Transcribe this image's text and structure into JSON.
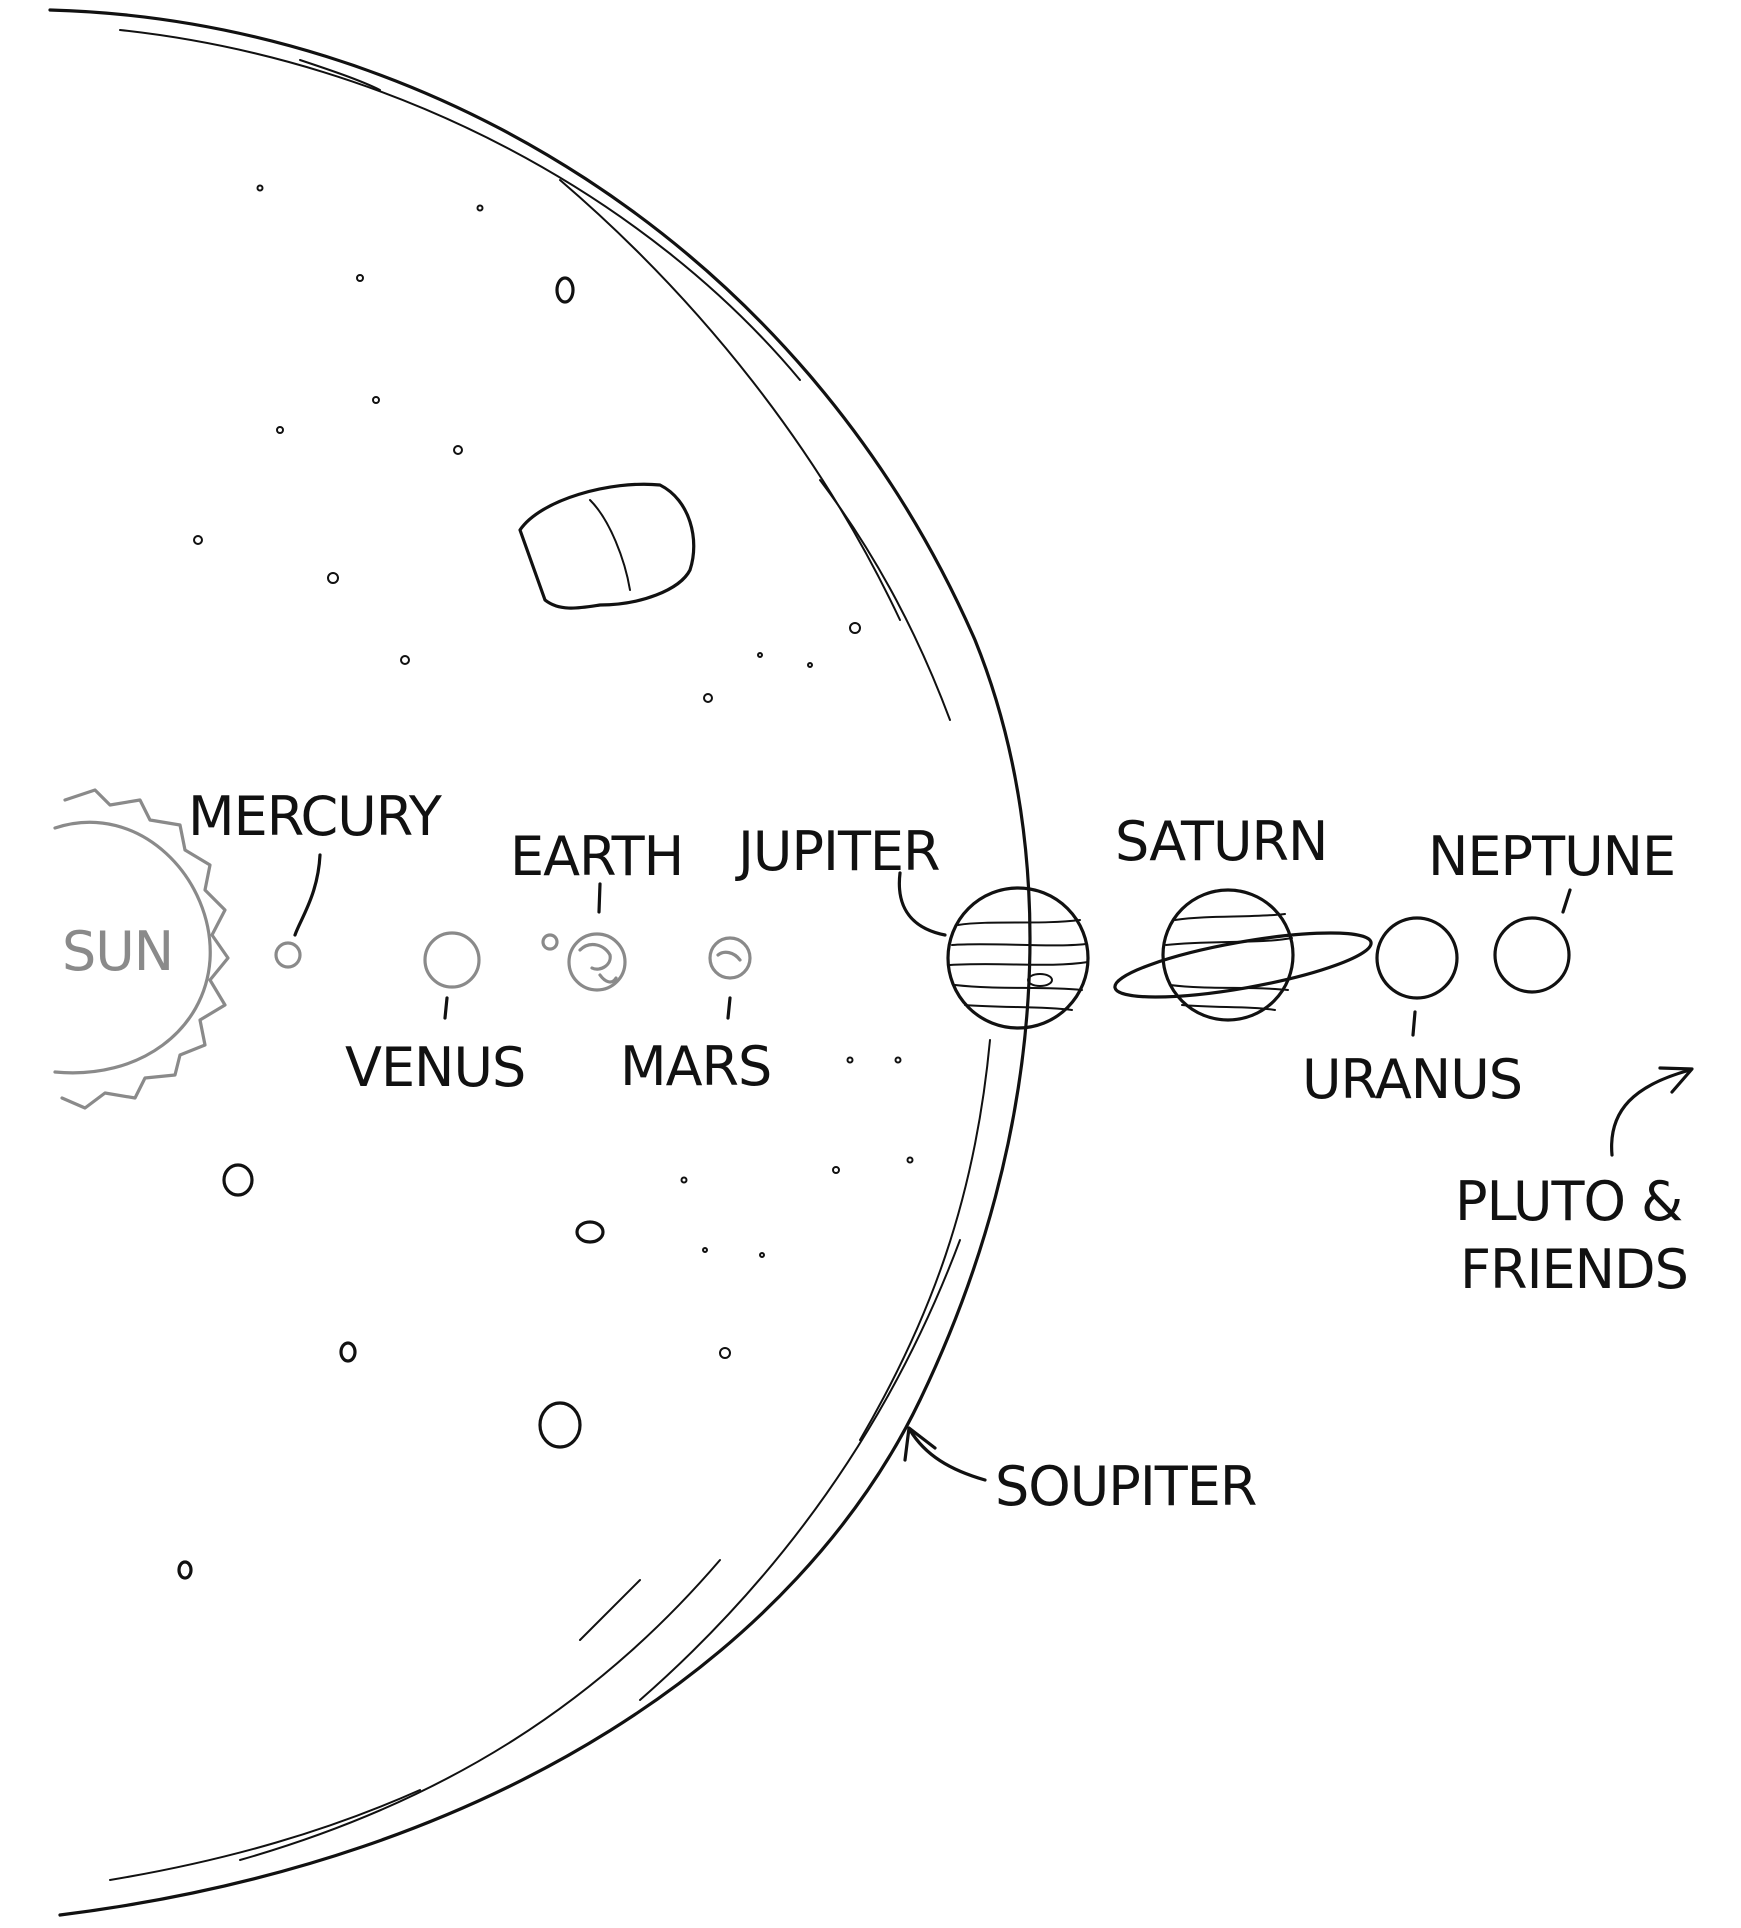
{
  "labels": {
    "sun": "SUN",
    "mercury": "MERCURY",
    "venus": "VENUS",
    "earth": "EARTH",
    "mars": "MARS",
    "jupiter": "JUPITER",
    "saturn": "SATURN",
    "uranus": "URANUS",
    "neptune": "NEPTUNE",
    "pluto_line1": "PLUTO &",
    "pluto_line2": "FRIENDS",
    "soupiter": "SOUPITER"
  },
  "colors": {
    "ink": "#111111",
    "inner_planets": "#8a8a8a",
    "background": "#ffffff"
  }
}
